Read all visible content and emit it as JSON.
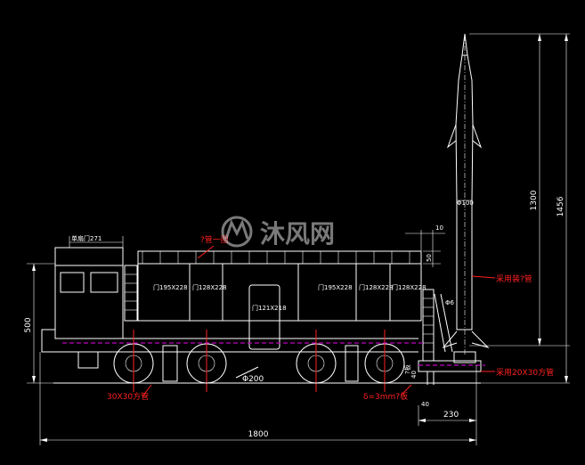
{
  "watermark": {
    "text": "沐风网"
  },
  "dimensions": {
    "total_width": "1800",
    "total_height": "1456",
    "missile_height": "1300",
    "left_height": "500",
    "door_label": "单扇门271",
    "right_base": "230",
    "small_10": "10",
    "small_50": "50",
    "missile_dia": "Φ100",
    "pipe_dia": "Φ6",
    "wheel_dia": "Φ200",
    "small_40": "40",
    "small_40b": "40"
  },
  "panels": [
    "门195X228",
    "门128X228",
    "门121X218",
    "门195X228",
    "门128X228",
    "门128X228"
  ],
  "annotations": {
    "top_rail": "?管一圈",
    "missile_pipe": "采用装?管",
    "square_tube_right": "采用20X30方管",
    "square_tube_left": "30X30方管",
    "steel_plate": "δ=3mm?板",
    "small_tag": "?板"
  },
  "colors": {
    "line": "#ffffff",
    "annotation": "#ff2020",
    "centerline": "#c000c0",
    "background": "#000000"
  }
}
